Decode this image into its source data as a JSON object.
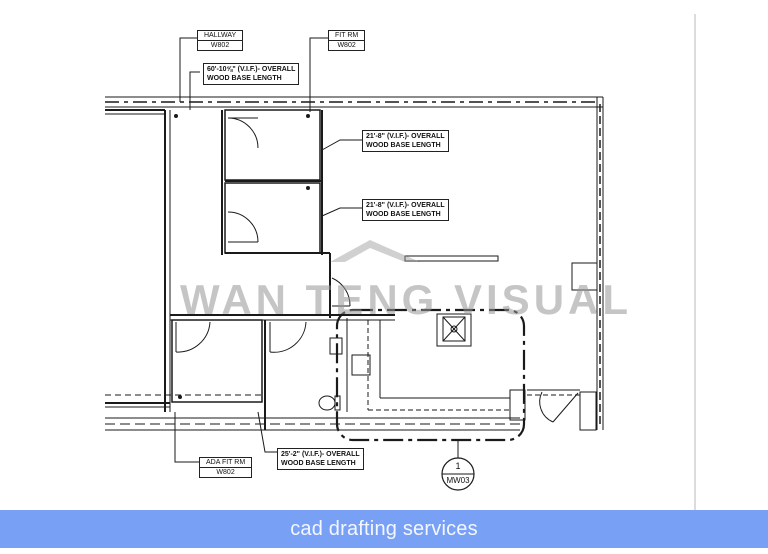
{
  "drawing": {
    "room_tags": [
      {
        "name": "HALLWAY",
        "code": "W802"
      },
      {
        "name": "FIT RM",
        "code": "W802"
      },
      {
        "name": "ADA FIT RM",
        "code": "W802"
      }
    ],
    "notes": [
      {
        "line1": "60'-10⅝\" (V.I.F.)- OVERALL",
        "line2": "WOOD BASE LENGTH"
      },
      {
        "line1": "21'-8\" (V.I.F.)- OVERALL",
        "line2": "WOOD BASE LENGTH"
      },
      {
        "line1": "21'-8\" (V.I.F.)- OVERALL",
        "line2": "WOOD BASE LENGTH"
      },
      {
        "line1": "25'-2\" (V.I.F.)- OVERALL",
        "line2": "WOOD BASE LENGTH"
      }
    ],
    "detail_callout": {
      "number": "1",
      "sheet": "MW03"
    },
    "watermark": "WAN TENG VISUAL",
    "line_color": "#1a1a1a"
  },
  "footer": {
    "caption": "cad drafting services",
    "background": "#78a0f5"
  }
}
